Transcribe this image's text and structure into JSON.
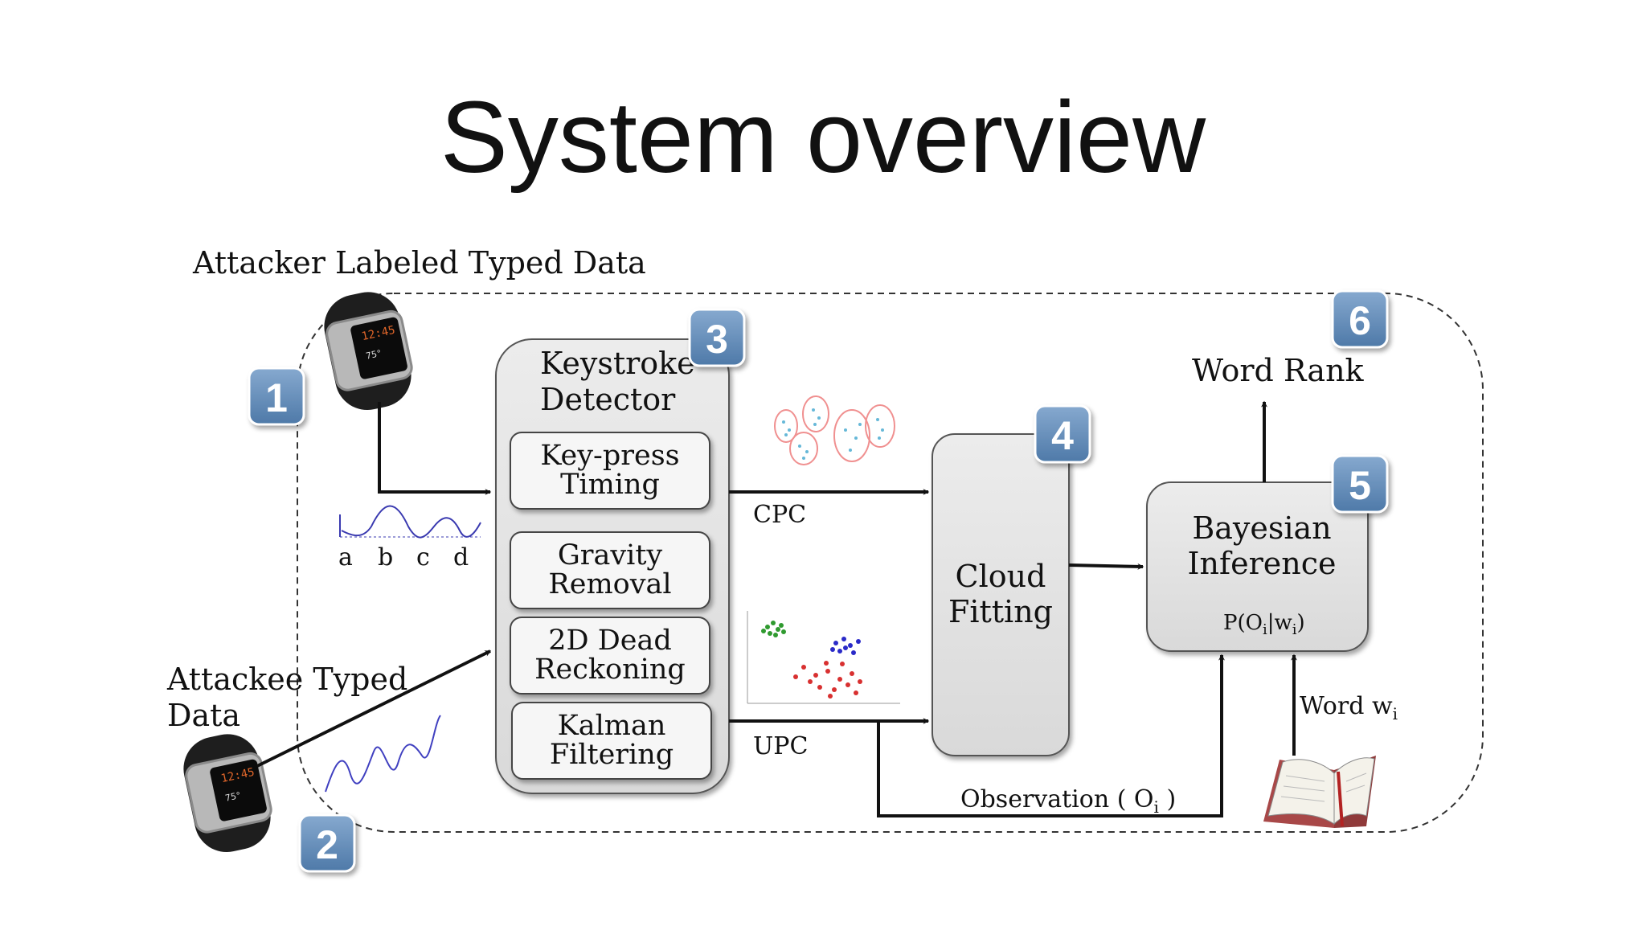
{
  "title": "System overview",
  "labels": {
    "attacker_data": "Attacker Labeled Typed Data",
    "attackee_line1": "Attackee Typed",
    "attackee_line2": "Data",
    "wave_letters": [
      "a",
      "b",
      "c",
      "d"
    ],
    "cpc": "CPC",
    "upc": "UPC",
    "observation_main": "Observation ( O",
    "observation_sub": "i",
    "observation_close": " )",
    "word_rank": "Word Rank",
    "word_main": "Word w",
    "word_sub": "i"
  },
  "keystroke": {
    "title_line1": "Keystroke",
    "title_line2": "Detector",
    "steps": [
      {
        "line1": "Key-press",
        "line2": "Timing"
      },
      {
        "line1": "Gravity",
        "line2": "Removal"
      },
      {
        "line1": "2D Dead",
        "line2": "Reckoning"
      },
      {
        "line1": "Kalman",
        "line2": "Filtering"
      }
    ]
  },
  "cloud_fitting": {
    "line1": "Cloud",
    "line2": "Fitting"
  },
  "bayesian": {
    "line1": "Bayesian",
    "line2": "Inference",
    "formula": {
      "p": "P(O",
      "sub1": "i",
      "mid": "|w",
      "sub2": "i",
      "end": ")"
    }
  },
  "badges": [
    "1",
    "2",
    "3",
    "4",
    "5",
    "6"
  ],
  "watch_screen_text": {
    "time": "12:45",
    "temp": "75°"
  },
  "icons": {
    "watch": "smartwatch-icon",
    "book": "open-book-icon"
  },
  "colors": {
    "badge_fill": "#5b87b5",
    "box_fill": "#e6e6e6",
    "wave": "#3a3ab0",
    "scatter_green": "#2f9a2f",
    "scatter_blue": "#2a2ac8",
    "scatter_red": "#d83030",
    "cluster_ring": "#f09090",
    "cluster_dots": "#66b8d8"
  }
}
